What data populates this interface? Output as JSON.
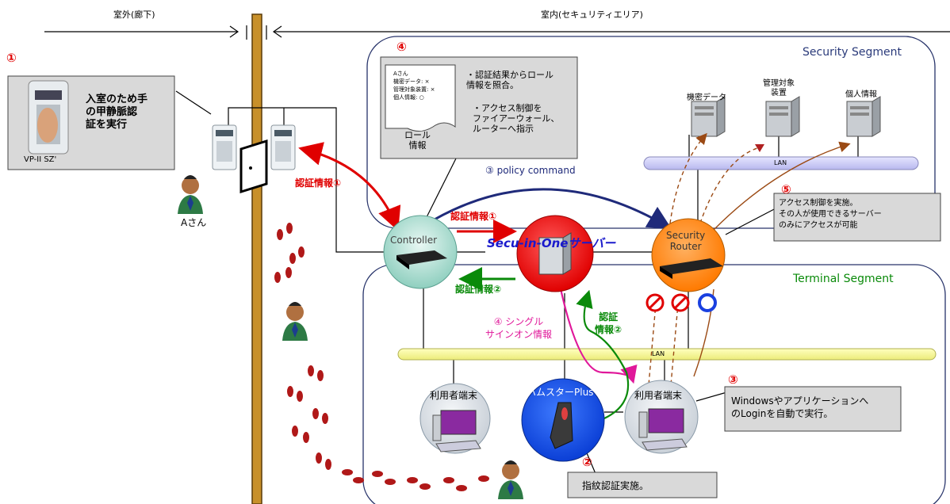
{
  "header": {
    "outside_label": "室外(廊下)",
    "inside_label": "室内(セキュリティエリア)"
  },
  "segments": {
    "security": "Security Segment",
    "terminal": "Terminal Segment"
  },
  "steps": {
    "s1": "①",
    "s2": "②",
    "s3": "③",
    "s4": "④",
    "s5": "⑤"
  },
  "entry_panel": {
    "text": "入室のため手\nの甲静脈認\n証を実行",
    "device_label": "VP-II SZ'"
  },
  "role_panel": {
    "doc_text": "Aさん\n機密データ: ×\n管理対象装置: ×\n個人情報: ○",
    "doc_caption": "ロール\n情報",
    "note1": "・認証結果からロール\n情報を照合。",
    "note2": "・アクセス制御を\nファイアーウォール、\nルーターへ指示"
  },
  "servers": {
    "s1": "機密データ",
    "s2": "管理対象\n装置",
    "s3": "個人情報"
  },
  "lan_label": "LAN",
  "person_a": "Aさん",
  "nodes": {
    "controller": "Controller",
    "secu": "Secu-in-Oneサーバー",
    "router": "Security\nRouter",
    "hamster": "ハムスターPlus",
    "terminal1": "利用者端末",
    "terminal2": "利用者端末"
  },
  "arrows": {
    "auth1_left": "認証情報①",
    "auth1_mid": "認証情報①",
    "auth2_mid": "認証情報②",
    "policy": "③ policy command",
    "sso": "④ シングル\nサインオン情報",
    "auth2_low": "認証\n情報②"
  },
  "callouts": {
    "access_control": "アクセス制御を実施。\nその人が使用できるサーバー\nのみにアクセスが可能",
    "windows_login": "Windowsやアプリケーションへ\nのLoginを自動で実行。",
    "fingerprint": "指紋認証実施。"
  },
  "colors": {
    "red": "#e00000",
    "green": "#0a8a0a",
    "navy": "#1f2a7a",
    "magenta": "#e0189a",
    "brown": "#9b4a14",
    "blue_text": "#1a1acc"
  }
}
